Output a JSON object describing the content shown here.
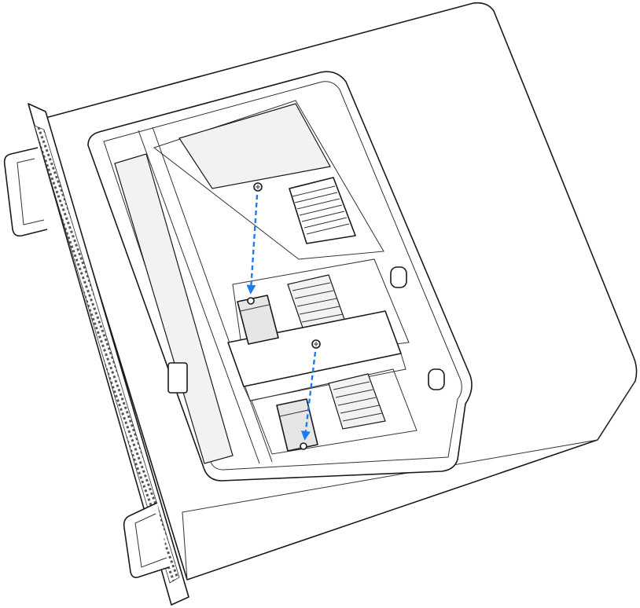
{
  "illustration": {
    "subject": "rack-mounted-computer-module-installation",
    "colors": {
      "line": "#1a1a1a",
      "fill": "#ffffff",
      "shade": "#e6e6e6",
      "arrow": "#1a7cf0"
    },
    "steps": [
      {
        "icon": "screw-icon",
        "direction": "down"
      },
      {
        "icon": "screw-icon",
        "direction": "down"
      }
    ]
  }
}
